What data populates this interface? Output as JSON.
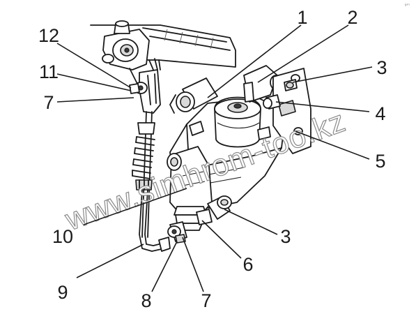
{
  "corner_mark": "ᵍᵐ",
  "watermark": "www.simhrom-too.kz",
  "callouts": [
    "1",
    "2",
    "3",
    "3",
    "4",
    "5",
    "6",
    "7",
    "7",
    "8",
    "9",
    "10",
    "11",
    "12"
  ]
}
